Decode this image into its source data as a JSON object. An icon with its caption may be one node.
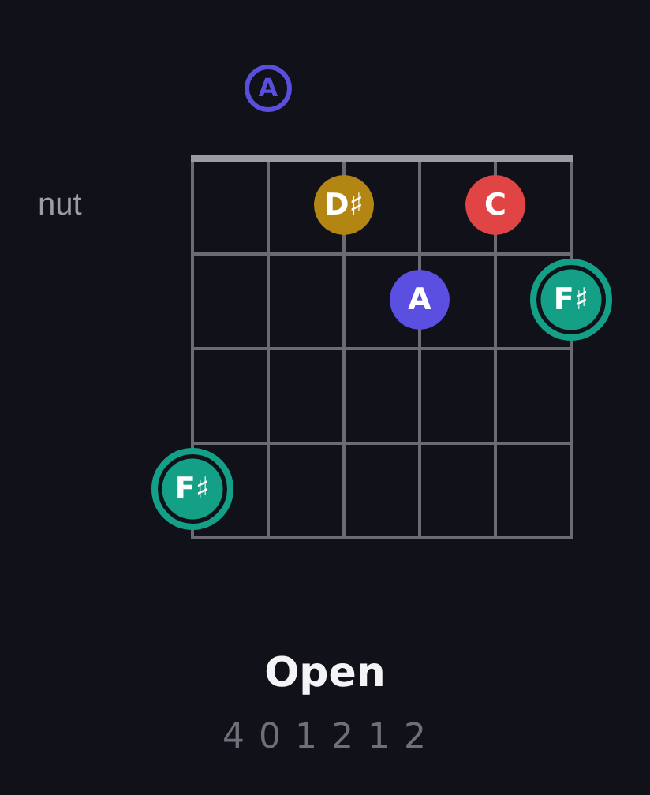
{
  "diagram": {
    "title": "Open",
    "nodes": [
      {
        "text": [
          "A"
        ]
      },
      {
        "text": [
          "D♯"
        ]
      },
      {
        "text": [
          "C"
        ]
      },
      {
        "text": [
          "A"
        ]
      },
      {
        "text": [
          "F♯"
        ]
      },
      {
        "text": [
          "F♯"
        ]
      }
    ],
    "labels": [
      "nut",
      "4 0 1 2 1 2"
    ]
  }
}
